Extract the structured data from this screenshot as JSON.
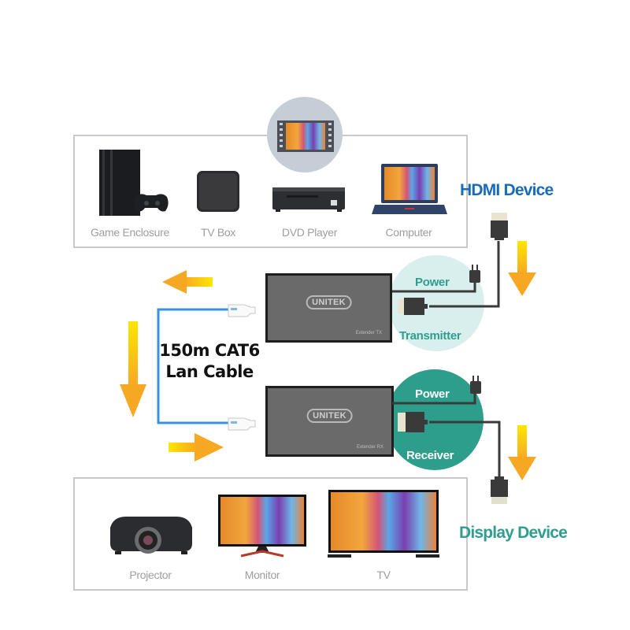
{
  "source_section": {
    "title": "HDMI Device",
    "title_color": "#1a6cb8",
    "devices": [
      {
        "label": "Game Enclosure",
        "icon": "game-console-icon"
      },
      {
        "label": "TV Box",
        "icon": "tv-box-icon"
      },
      {
        "label": "DVD Player",
        "icon": "dvd-player-icon"
      },
      {
        "label": "Computer",
        "icon": "laptop-icon"
      }
    ],
    "badge_icon": "video-film-icon"
  },
  "transmitter": {
    "brand": "UNITEK",
    "model": "Extender TX",
    "power_label": "Power",
    "role_label": "Transmitter",
    "circle_color": "#d8efee",
    "text_color": "#2f9e8e"
  },
  "cable": {
    "line1": "150m CAT6",
    "line2": "Lan Cable",
    "color": "#3a8fe0"
  },
  "receiver": {
    "brand": "UNITEK",
    "model": "Extender RX",
    "power_label": "Power",
    "role_label": "Receiver",
    "circle_color": "#2e9e8c",
    "text_color": "#ffffff"
  },
  "display_section": {
    "title": "Display Device",
    "title_color": "#2f9e8e",
    "devices": [
      {
        "label": "Projector",
        "icon": "projector-icon"
      },
      {
        "label": "Monitor",
        "icon": "monitor-icon"
      },
      {
        "label": "TV",
        "icon": "tv-icon"
      }
    ]
  },
  "colors": {
    "arrow_top": "#ffe600",
    "arrow_bottom": "#f7a823",
    "connector": "#3a3a3a"
  }
}
